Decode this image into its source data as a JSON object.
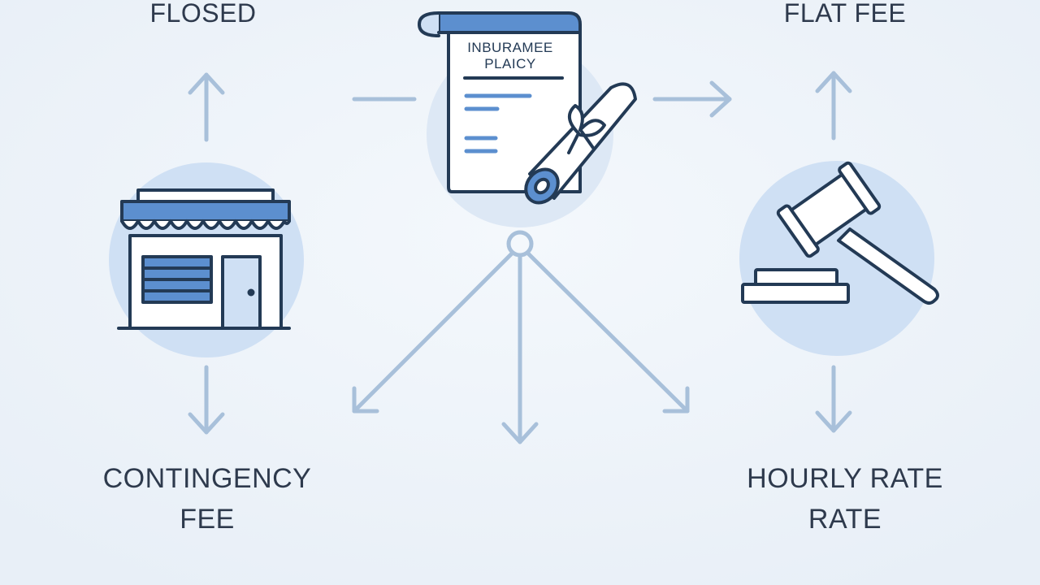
{
  "labels": {
    "top_left": "FLOSED",
    "top_right": "FLAT FEE",
    "bottom_left": [
      "CONTINGENCY",
      "FEE"
    ],
    "bottom_right": [
      "HOURLY RATE",
      "RATE"
    ]
  },
  "policy": {
    "line1": "INBURAMEE",
    "line2": "PLAICY"
  },
  "icons": {
    "center": "insurance-policy-scroll-icon",
    "left": "storefront-icon",
    "right": "gavel-icon"
  },
  "colors": {
    "background": "#eef3f9",
    "circle": "#cfe0f4",
    "stroke": "#233a55",
    "accent": "#5c8fcf",
    "arrow": "#a8c0da",
    "text": "#2e3a4d"
  }
}
